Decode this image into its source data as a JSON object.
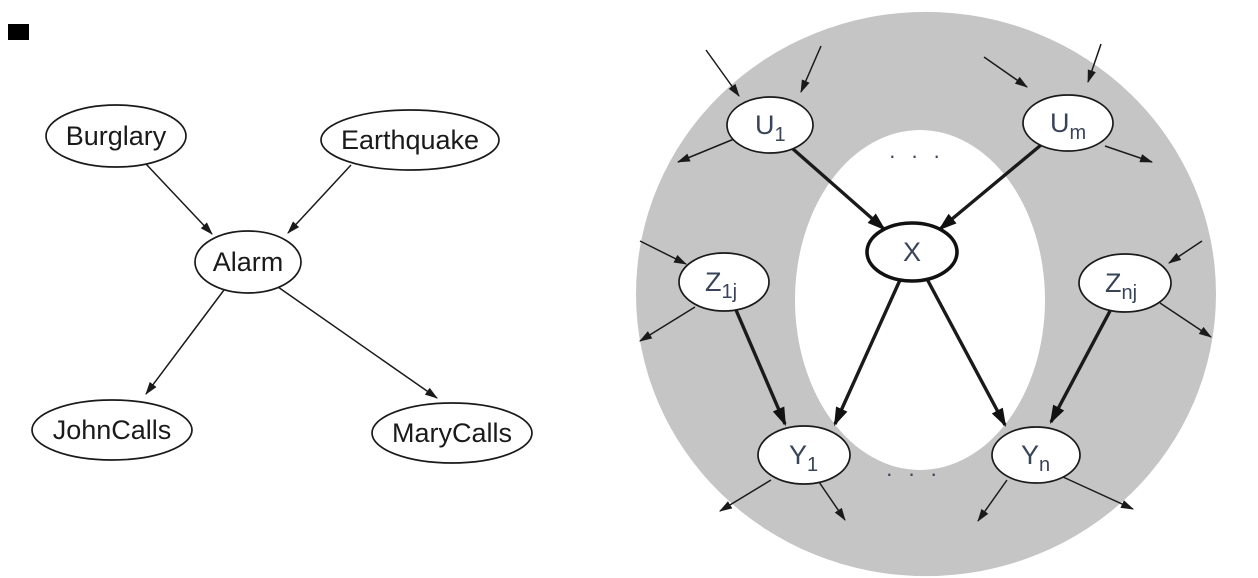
{
  "figure": {
    "left_diagram": {
      "type": "bayesian-network",
      "nodes": [
        {
          "id": "burglary",
          "label": "Burglary"
        },
        {
          "id": "earthquake",
          "label": "Earthquake"
        },
        {
          "id": "alarm",
          "label": "Alarm"
        },
        {
          "id": "johncalls",
          "label": "JohnCalls"
        },
        {
          "id": "marycalls",
          "label": "MaryCalls"
        }
      ],
      "edges": [
        {
          "from": "Burglary",
          "to": "Alarm"
        },
        {
          "from": "Earthquake",
          "to": "Alarm"
        },
        {
          "from": "Alarm",
          "to": "JohnCalls"
        },
        {
          "from": "Alarm",
          "to": "MaryCalls"
        }
      ]
    },
    "right_diagram": {
      "type": "markov-blanket",
      "center_node": "X",
      "nodes": [
        {
          "id": "u1",
          "main": "U",
          "sub": "1"
        },
        {
          "id": "um",
          "main": "U",
          "sub": "m"
        },
        {
          "id": "z1j",
          "main": "Z",
          "sub": "1j"
        },
        {
          "id": "znj",
          "main": "Z",
          "sub": "nj"
        },
        {
          "id": "x",
          "main": "X",
          "sub": ""
        },
        {
          "id": "y1",
          "main": "Y",
          "sub": "1"
        },
        {
          "id": "yn",
          "main": "Y",
          "sub": "n"
        }
      ],
      "ellipsis_top": ". . .",
      "ellipsis_bottom": ". . .",
      "edges": [
        {
          "from": "U1",
          "to": "X"
        },
        {
          "from": "Um",
          "to": "X"
        },
        {
          "from": "X",
          "to": "Y1"
        },
        {
          "from": "X",
          "to": "Yn"
        },
        {
          "from": "Z1j",
          "to": "Y1"
        },
        {
          "from": "Znj",
          "to": "Yn"
        }
      ],
      "unlabeled_external_arrow_count": 14
    },
    "colors": {
      "annulus_gray": "#c5c5c5",
      "x_node_fill": "#c2c2c2",
      "node_fill": "#ffffff",
      "line_black": "#1a1a1a",
      "right_label_color": "#3a4458",
      "left_label_color": "#1a1a1a",
      "scan_mark_black": "#000000"
    }
  }
}
